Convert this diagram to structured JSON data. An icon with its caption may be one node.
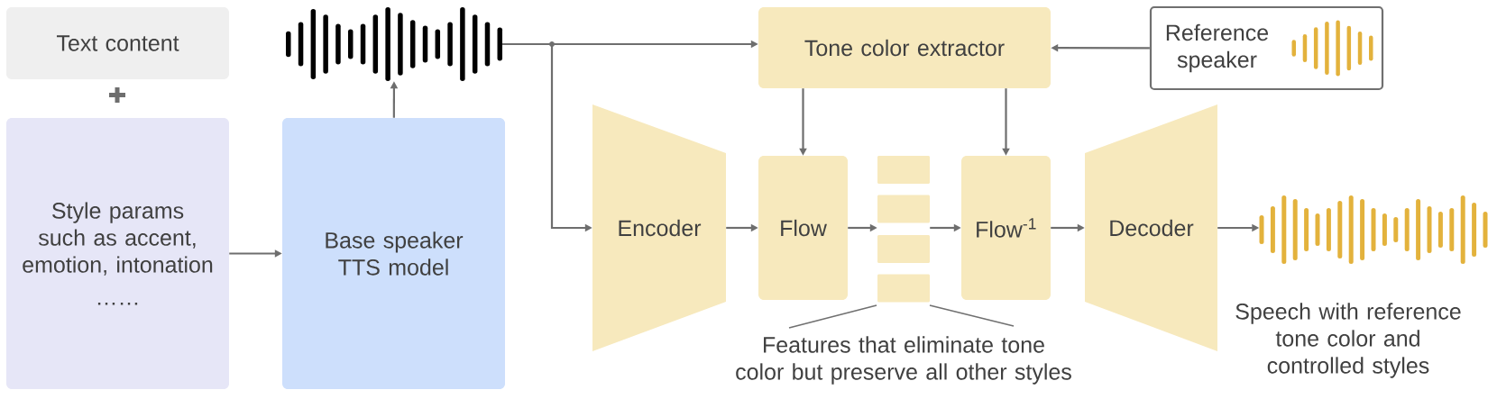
{
  "diagram": {
    "nodes": [
      {
        "text": [
          "Text content"
        ]
      },
      {
        "text": [
          "Style params such as accent, emotion, intonation",
          "……"
        ]
      },
      {
        "text": [
          "Base speaker TTS model"
        ]
      },
      {
        "text": [],
        "shape": "picture"
      },
      {
        "text": [
          "Tone color extractor"
        ]
      },
      {
        "text": [
          "Reference speaker"
        ]
      },
      {
        "text": [
          "Encoder"
        ]
      },
      {
        "text": [
          "Flow"
        ]
      },
      {
        "text": [],
        "shape": "bar"
      },
      {
        "text": [],
        "shape": "bar"
      },
      {
        "text": [],
        "shape": "bar"
      },
      {
        "text": [],
        "shape": "bar"
      },
      {
        "text": [
          "Flow$^{-1}$"
        ]
      },
      {
        "text": [
          "Decoder"
        ]
      },
      {
        "text": [],
        "shape": "picture"
      }
    ],
    "edges": [
      {
        "from": 1,
        "to": 2,
        "arrow": "to"
      },
      {
        "from": 2,
        "to": 3,
        "arrow": "to"
      },
      {
        "from": 3,
        "to": 4,
        "arrow": "to"
      },
      {
        "from": 3,
        "to": 6,
        "arrow": "to"
      },
      {
        "from": 5,
        "to": 4,
        "arrow": "to"
      },
      {
        "from": 4,
        "to": 7,
        "arrow": "to"
      },
      {
        "from": 4,
        "to": 12,
        "arrow": "to"
      },
      {
        "from": 6,
        "to": 7,
        "arrow": "to"
      },
      {
        "from": 7,
        "to": 9,
        "arrow": "to"
      },
      {
        "from": 10,
        "to": 12,
        "arrow": "to"
      },
      {
        "from": 12,
        "to": 13,
        "arrow": "to"
      },
      {
        "from": 13,
        "to": 14,
        "arrow": "to"
      }
    ],
    "labels": [
      "Features that eliminate tone color but preserve all other styles",
      "Speech with reference tone color and controlled styles"
    ]
  }
}
